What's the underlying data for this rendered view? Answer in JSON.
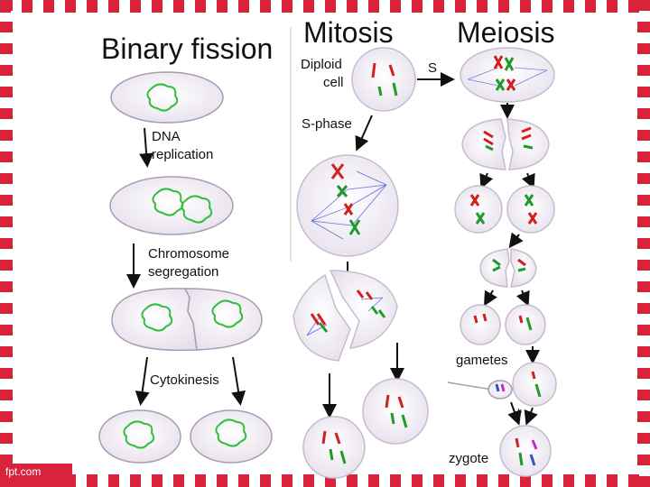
{
  "frame": {
    "stripe_color": "#d8233b",
    "watermark": "fpt.com"
  },
  "titles": {
    "binary_fission": "Binary fission",
    "mitosis": "Mitosis",
    "meiosis": "Meiosis"
  },
  "binary_fission": {
    "step1": "DNA",
    "step1b": "replication",
    "step2": "Chromosome",
    "step2b": "segregation",
    "step3": "Cytokinesis"
  },
  "mitosis": {
    "start_a": "Diploid",
    "start_b": "cell",
    "phase": "S-phase"
  },
  "meiosis": {
    "s_label": "S",
    "gametes": "gametes",
    "plus": "+",
    "zygote": "zygote"
  },
  "colors": {
    "chromosome_red": "#d21f1f",
    "chromosome_green": "#1f9a2b",
    "dna_loop": "#2fbf3a",
    "spindle": "#3a4fd6",
    "cell_fill": "#efeaf2"
  }
}
